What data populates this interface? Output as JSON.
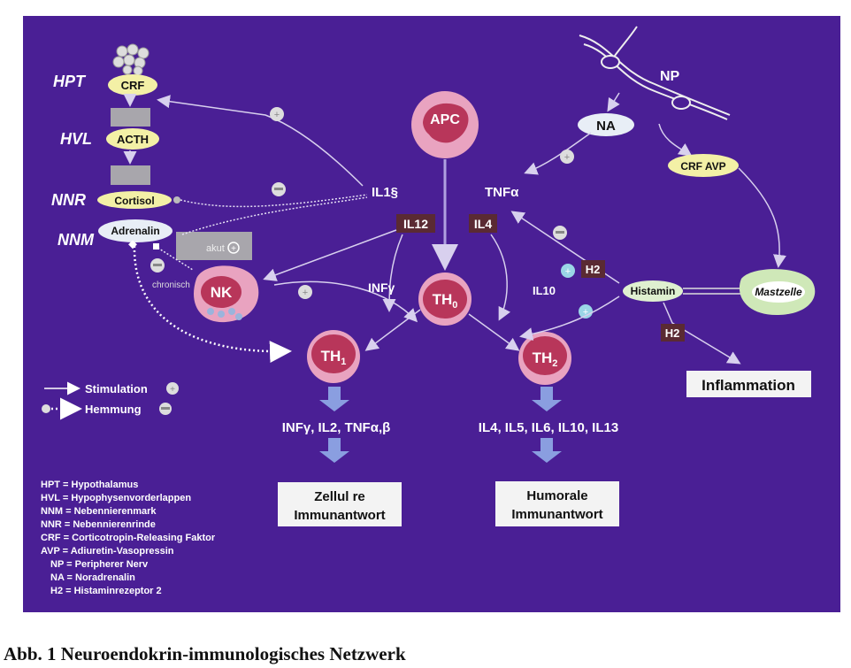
{
  "labels": {
    "hpt": "HPT",
    "hvl": "HVL",
    "nnr": "NNR",
    "nnm": "NNM",
    "crf": "CRF",
    "acth": "ACTH",
    "cortisol": "Cortisol",
    "adrenalin": "Adrenalin",
    "akut": "akut",
    "chronisch": "chronisch",
    "nk": "NK",
    "apc": "APC",
    "np": "NP",
    "na": "NA",
    "crf_avp": "CRF  AVP",
    "il1": "IL1§",
    "tnfa": "TNFα",
    "il12": "IL12",
    "il4": "IL4",
    "infg": "INFγ",
    "il10": "IL10",
    "h2_upper": "H2",
    "h2_lower": "H2",
    "histamin": "Histamin",
    "mastzelle": "Mastzelle",
    "th": "TH",
    "th0_sub": "0",
    "th1_sub": "1",
    "th2_sub": "2",
    "inflammation": "Inflammation",
    "th1_cytokines": "INFγ, IL2, TNFα,β",
    "th2_cytokines": "IL4, IL5, IL6, IL10, IL13",
    "zellulaere_1": "Zellul  re",
    "zellulaere_2": "Immunantwort",
    "humorale_1": "Humorale",
    "humorale_2": "Immunantwort"
  },
  "legend": {
    "stimulation": "Stimulation",
    "hemmung": "Hemmung"
  },
  "abbreviations": [
    "HPT  = Hypothalamus",
    "HVL  = Hypophysenvorderlappen",
    "NNM = Nebennierenmark",
    "NNR = Nebennierenrinde",
    "CRF = Corticotropin-Releasing Faktor",
    "AVP = Adiuretin-Vasopressin",
    "NP = Peripherer Nerv",
    "NA = Noradrenalin",
    "H2 = Histaminrezeptor 2"
  ],
  "caption": "Abb. 1 Neuroendokrin-immunologisches Netzwerk",
  "colors": {
    "background": "#4a1f95",
    "yellow": "#f3f0a6",
    "cell_pink": "#e9a3c0",
    "nucleus": "#b8365a",
    "cytokine_box": "#5a2a33",
    "gray_box": "#a8a6ac"
  }
}
